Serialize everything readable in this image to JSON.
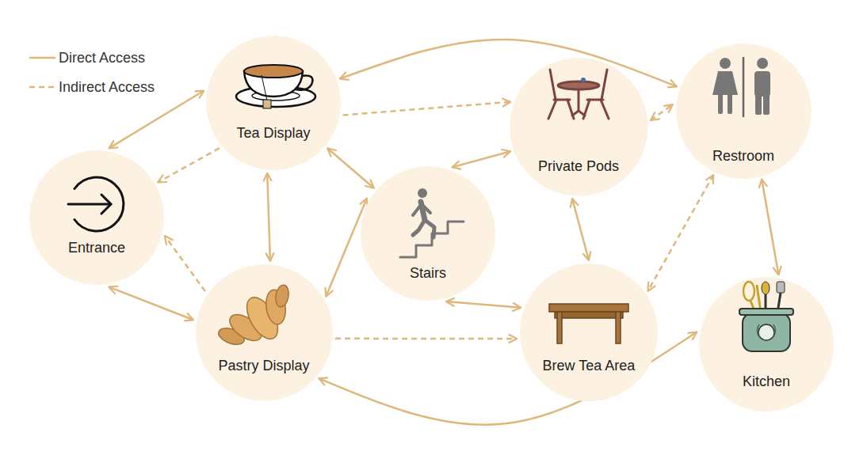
{
  "diagram": {
    "nodes": [
      {
        "text": [
          "Tea Display"
        ]
      },
      {
        "text": [
          "Private Pods"
        ]
      },
      {
        "text": [
          "Restroom"
        ]
      },
      {
        "text": [
          "Entrance"
        ]
      },
      {
        "text": [
          "Stairs"
        ]
      },
      {
        "text": [
          "Pastry Display"
        ]
      },
      {
        "text": [
          "Brew Tea Area"
        ]
      },
      {
        "text": [
          "Kitchen"
        ]
      }
    ],
    "edges": [
      {
        "from": 0,
        "to": 2,
        "arrow": "both"
      },
      {
        "from": 0,
        "to": 1,
        "arrow": "to"
      },
      {
        "from": 1,
        "to": 2,
        "arrow": "both"
      },
      {
        "from": 0,
        "to": 3,
        "arrow": "both"
      },
      {
        "from": 0,
        "to": 3,
        "arrow": "to"
      },
      {
        "from": 0,
        "to": 5,
        "arrow": "both"
      },
      {
        "from": 0,
        "to": 4,
        "arrow": "both"
      },
      {
        "from": 4,
        "to": 1,
        "arrow": "both"
      },
      {
        "from": 4,
        "to": 5,
        "arrow": "both"
      },
      {
        "from": 4,
        "to": 6,
        "arrow": "both"
      },
      {
        "from": 1,
        "to": 6,
        "arrow": "both"
      },
      {
        "from": 2,
        "to": 6,
        "arrow": "both"
      },
      {
        "from": 2,
        "to": 7,
        "arrow": "both"
      },
      {
        "from": 3,
        "to": 5,
        "arrow": "both"
      },
      {
        "from": 5,
        "to": 3,
        "arrow": "to"
      },
      {
        "from": 5,
        "to": 6,
        "arrow": "to"
      },
      {
        "from": 5,
        "to": 7,
        "arrow": "both"
      }
    ],
    "legend": [
      {
        "text": "Direct Access"
      },
      {
        "text": "Indirect Access"
      }
    ]
  }
}
